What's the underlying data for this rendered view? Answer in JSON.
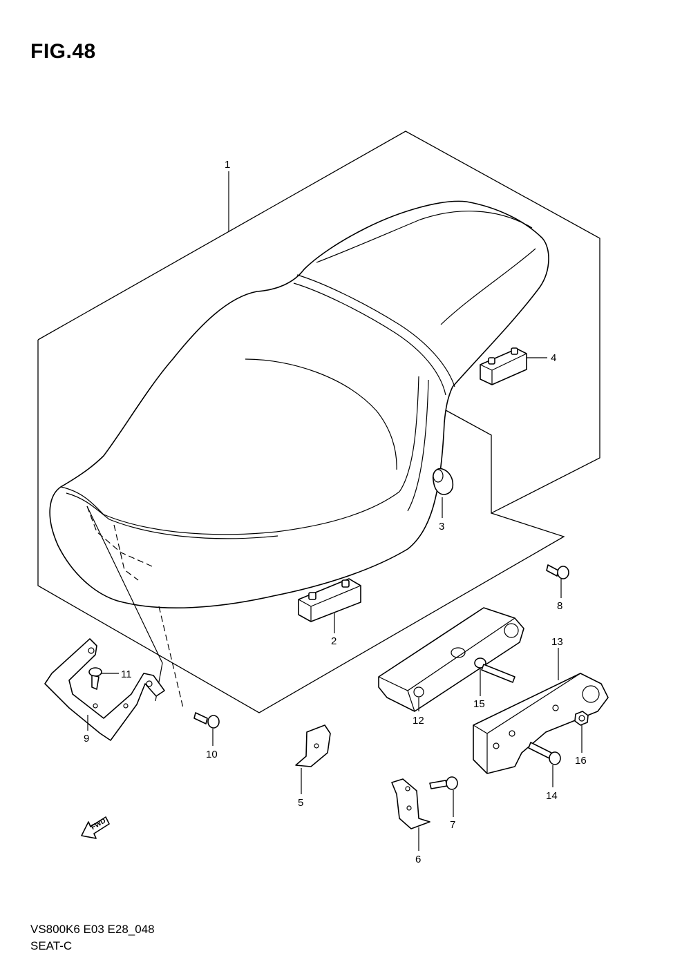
{
  "figure": {
    "title": "FIG.48",
    "model_code": "VS800K6 E03 E28_048",
    "name": "SEAT-C",
    "direction_arrow_text": "FWD"
  },
  "callouts": [
    "1",
    "2",
    "3",
    "4",
    "5",
    "6",
    "7",
    "8",
    "9",
    "10",
    "11",
    "12",
    "13",
    "14",
    "15",
    "16"
  ]
}
